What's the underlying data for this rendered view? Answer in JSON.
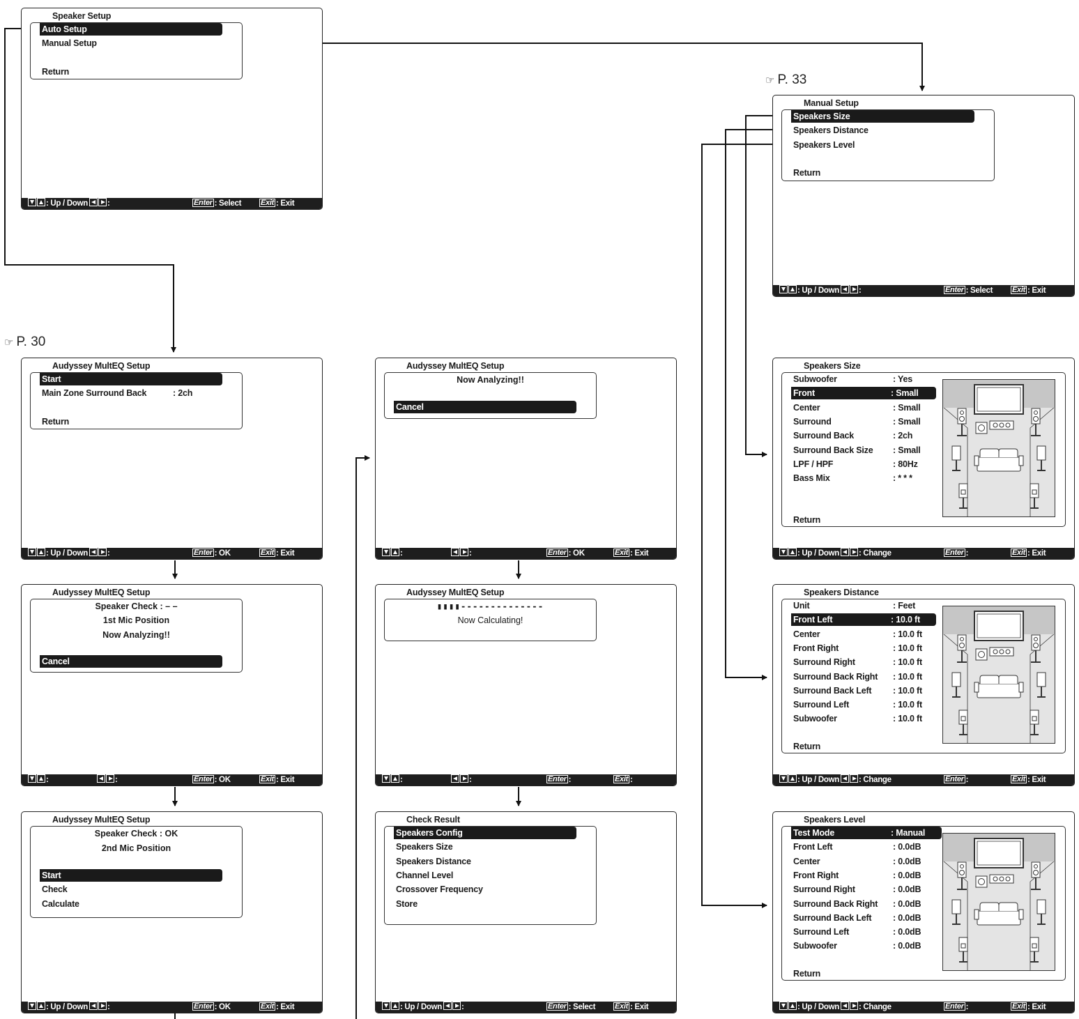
{
  "refs": {
    "p33": "P. 33",
    "p30": "P. 30"
  },
  "footer": {
    "up_down": ": Up / Down",
    "change": ": Change",
    "colon": ":",
    "enter_key": "Enter",
    "exit_key": "Exit",
    "select": ": Select",
    "ok": ": OK",
    "exit": ": Exit"
  },
  "speaker_setup": {
    "title": "Speaker Setup",
    "items": [
      "Auto Setup",
      "Manual Setup",
      "Return"
    ]
  },
  "manual_setup": {
    "title": "Manual Setup",
    "items": [
      "Speakers Size",
      "Speakers Distance",
      "Speakers Level",
      "Return"
    ]
  },
  "audyssey_start": {
    "title": "Audyssey MultEQ Setup",
    "start": "Start",
    "surround_back_label": "Main Zone Surround Back",
    "surround_back_value": ": 2ch",
    "return": "Return"
  },
  "speaker_check_1": {
    "title": "Audyssey MultEQ Setup",
    "line1": "Speaker Check : – –",
    "line2": "1st Mic Position",
    "line3": "Now Analyzing!!",
    "cancel": "Cancel"
  },
  "speaker_check_2": {
    "title": "Audyssey MultEQ Setup",
    "line1": "Speaker Check : OK",
    "line2": "2nd Mic Position",
    "items": [
      "Start",
      "Check",
      "Calculate"
    ]
  },
  "analyzing": {
    "title": "Audyssey MultEQ Setup",
    "line1": "Now Analyzing!!",
    "cancel": "Cancel"
  },
  "calculating": {
    "title": "Audyssey MultEQ Setup",
    "progress_filled": "▮▮▮▮",
    "progress_rest": "--------------",
    "line1": "Now Calculating!"
  },
  "check_result": {
    "title": "Check Result",
    "items": [
      "Speakers Config",
      "Speakers Size",
      "Speakers Distance",
      "Channel Level",
      "Crossover Frequency",
      "Store"
    ]
  },
  "speakers_size": {
    "title": "Speakers Size",
    "rows": [
      {
        "label": "Subwoofer",
        "value": ": Yes"
      },
      {
        "label": "Front",
        "value": ": Small"
      },
      {
        "label": "Center",
        "value": ": Small"
      },
      {
        "label": "Surround",
        "value": ": Small"
      },
      {
        "label": "Surround Back",
        "value": ": 2ch"
      },
      {
        "label": "Surround Back Size",
        "value": ": Small"
      },
      {
        "label": "LPF / HPF",
        "value": ": 80Hz"
      },
      {
        "label": "Bass Mix",
        "value": ": * * *"
      }
    ],
    "return": "Return"
  },
  "speakers_distance": {
    "title": "Speakers Distance",
    "rows": [
      {
        "label": "Unit",
        "value": ": Feet"
      },
      {
        "label": "Front Left",
        "value": ": 10.0 ft"
      },
      {
        "label": "Center",
        "value": ": 10.0 ft"
      },
      {
        "label": "Front Right",
        "value": ": 10.0 ft"
      },
      {
        "label": "Surround Right",
        "value": ": 10.0 ft"
      },
      {
        "label": "Surround Back Right",
        "value": ": 10.0 ft"
      },
      {
        "label": "Surround Back Left",
        "value": ": 10.0 ft"
      },
      {
        "label": "Surround Left",
        "value": ": 10.0 ft"
      },
      {
        "label": "Subwoofer",
        "value": ": 10.0 ft"
      }
    ],
    "return": "Return"
  },
  "speakers_level": {
    "title": "Speakers Level",
    "rows": [
      {
        "label": "Test Mode",
        "value": ": Manual"
      },
      {
        "label": "Front Left",
        "value": ": 0.0dB"
      },
      {
        "label": "Center",
        "value": ": 0.0dB"
      },
      {
        "label": "Front Right",
        "value": ": 0.0dB"
      },
      {
        "label": "Surround Right",
        "value": ": 0.0dB"
      },
      {
        "label": "Surround Back Right",
        "value": ": 0.0dB"
      },
      {
        "label": "Surround Back Left",
        "value": ": 0.0dB"
      },
      {
        "label": "Surround Left",
        "value": ": 0.0dB"
      },
      {
        "label": "Subwoofer",
        "value": ": 0.0dB"
      }
    ],
    "return": "Return"
  }
}
